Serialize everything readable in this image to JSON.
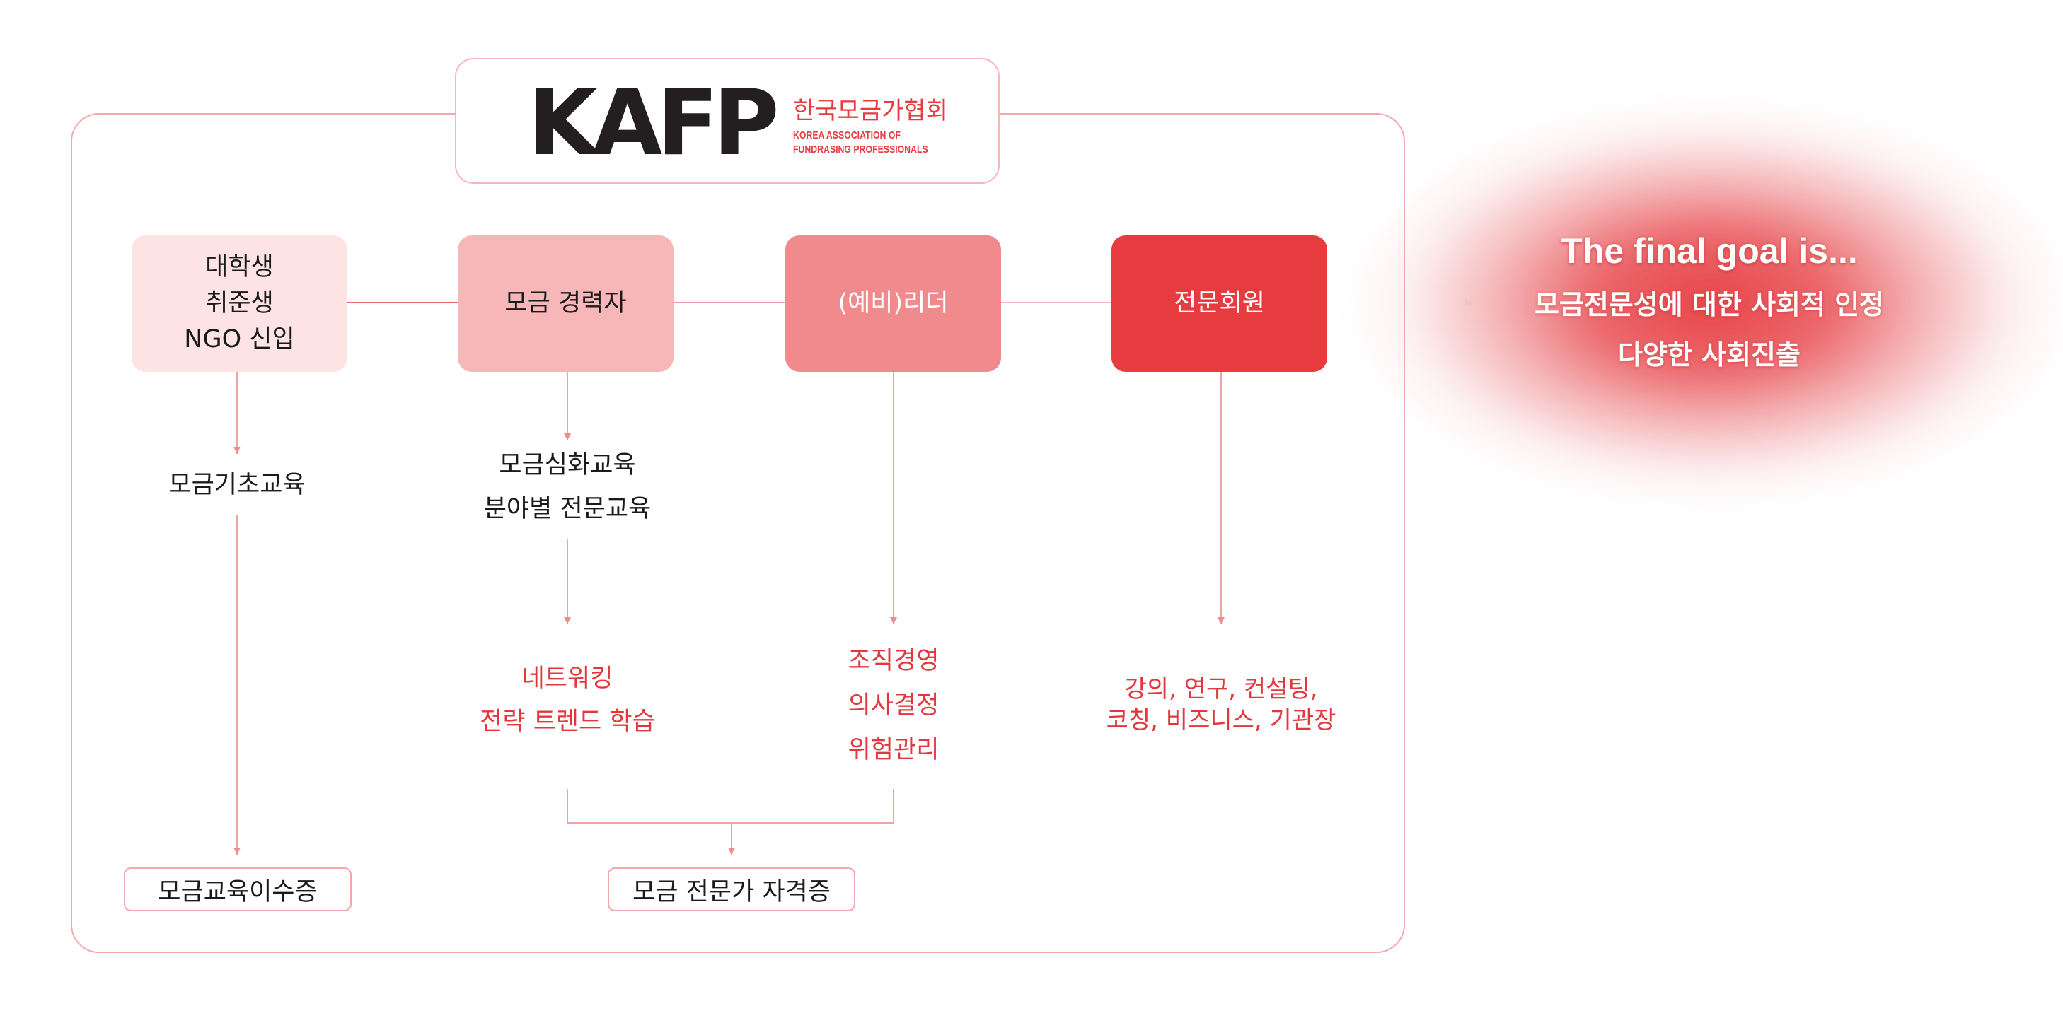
{
  "logo": {
    "mark": "KAFP",
    "name_ko": "한국모금가협회",
    "name_en": [
      "KOREA ASSOCIATION OF",
      "FUNDRASING PROFESSIONALS"
    ]
  },
  "stages": [
    {
      "lines": [
        "대학생",
        "취준생",
        "NGO 신입"
      ],
      "color": "#fde3e4",
      "text_color": "#1a1a1a"
    },
    {
      "lines": [
        "모금 경력자"
      ],
      "color": "#f7b6b8",
      "text_color": "#1a1a1a"
    },
    {
      "lines": [
        "(예비)리더"
      ],
      "color": "#f08a8c",
      "text_color": "#ffffff"
    },
    {
      "lines": [
        "전문회원"
      ],
      "color": "#e63b3f",
      "text_color": "#ffffff"
    }
  ],
  "education": {
    "basic": [
      "모금기초교육"
    ],
    "advanced": [
      "모금심화교육",
      "분야별 전문교육"
    ]
  },
  "outcomes": {
    "career": [
      "네트워킹",
      "전략 트렌드 학습"
    ],
    "leader": [
      "조직경영",
      "의사결정",
      "위험관리"
    ],
    "expert": [
      "강의, 연구, 컨설팅,",
      "코칭, 비즈니스, 기관장"
    ]
  },
  "certificates": {
    "basic": "모금교육이수증",
    "expert": "모금 전문가 자격증"
  },
  "goal": {
    "heading": "The final goal is...",
    "lines": [
      "모금전문성에 대한 사회적 인정",
      "다양한 사회진출"
    ]
  },
  "colors": {
    "accent": "#e63b3f",
    "outcome_text": "#e2383d",
    "line": "#f2a3a5",
    "frame": "#f3a9ab"
  }
}
